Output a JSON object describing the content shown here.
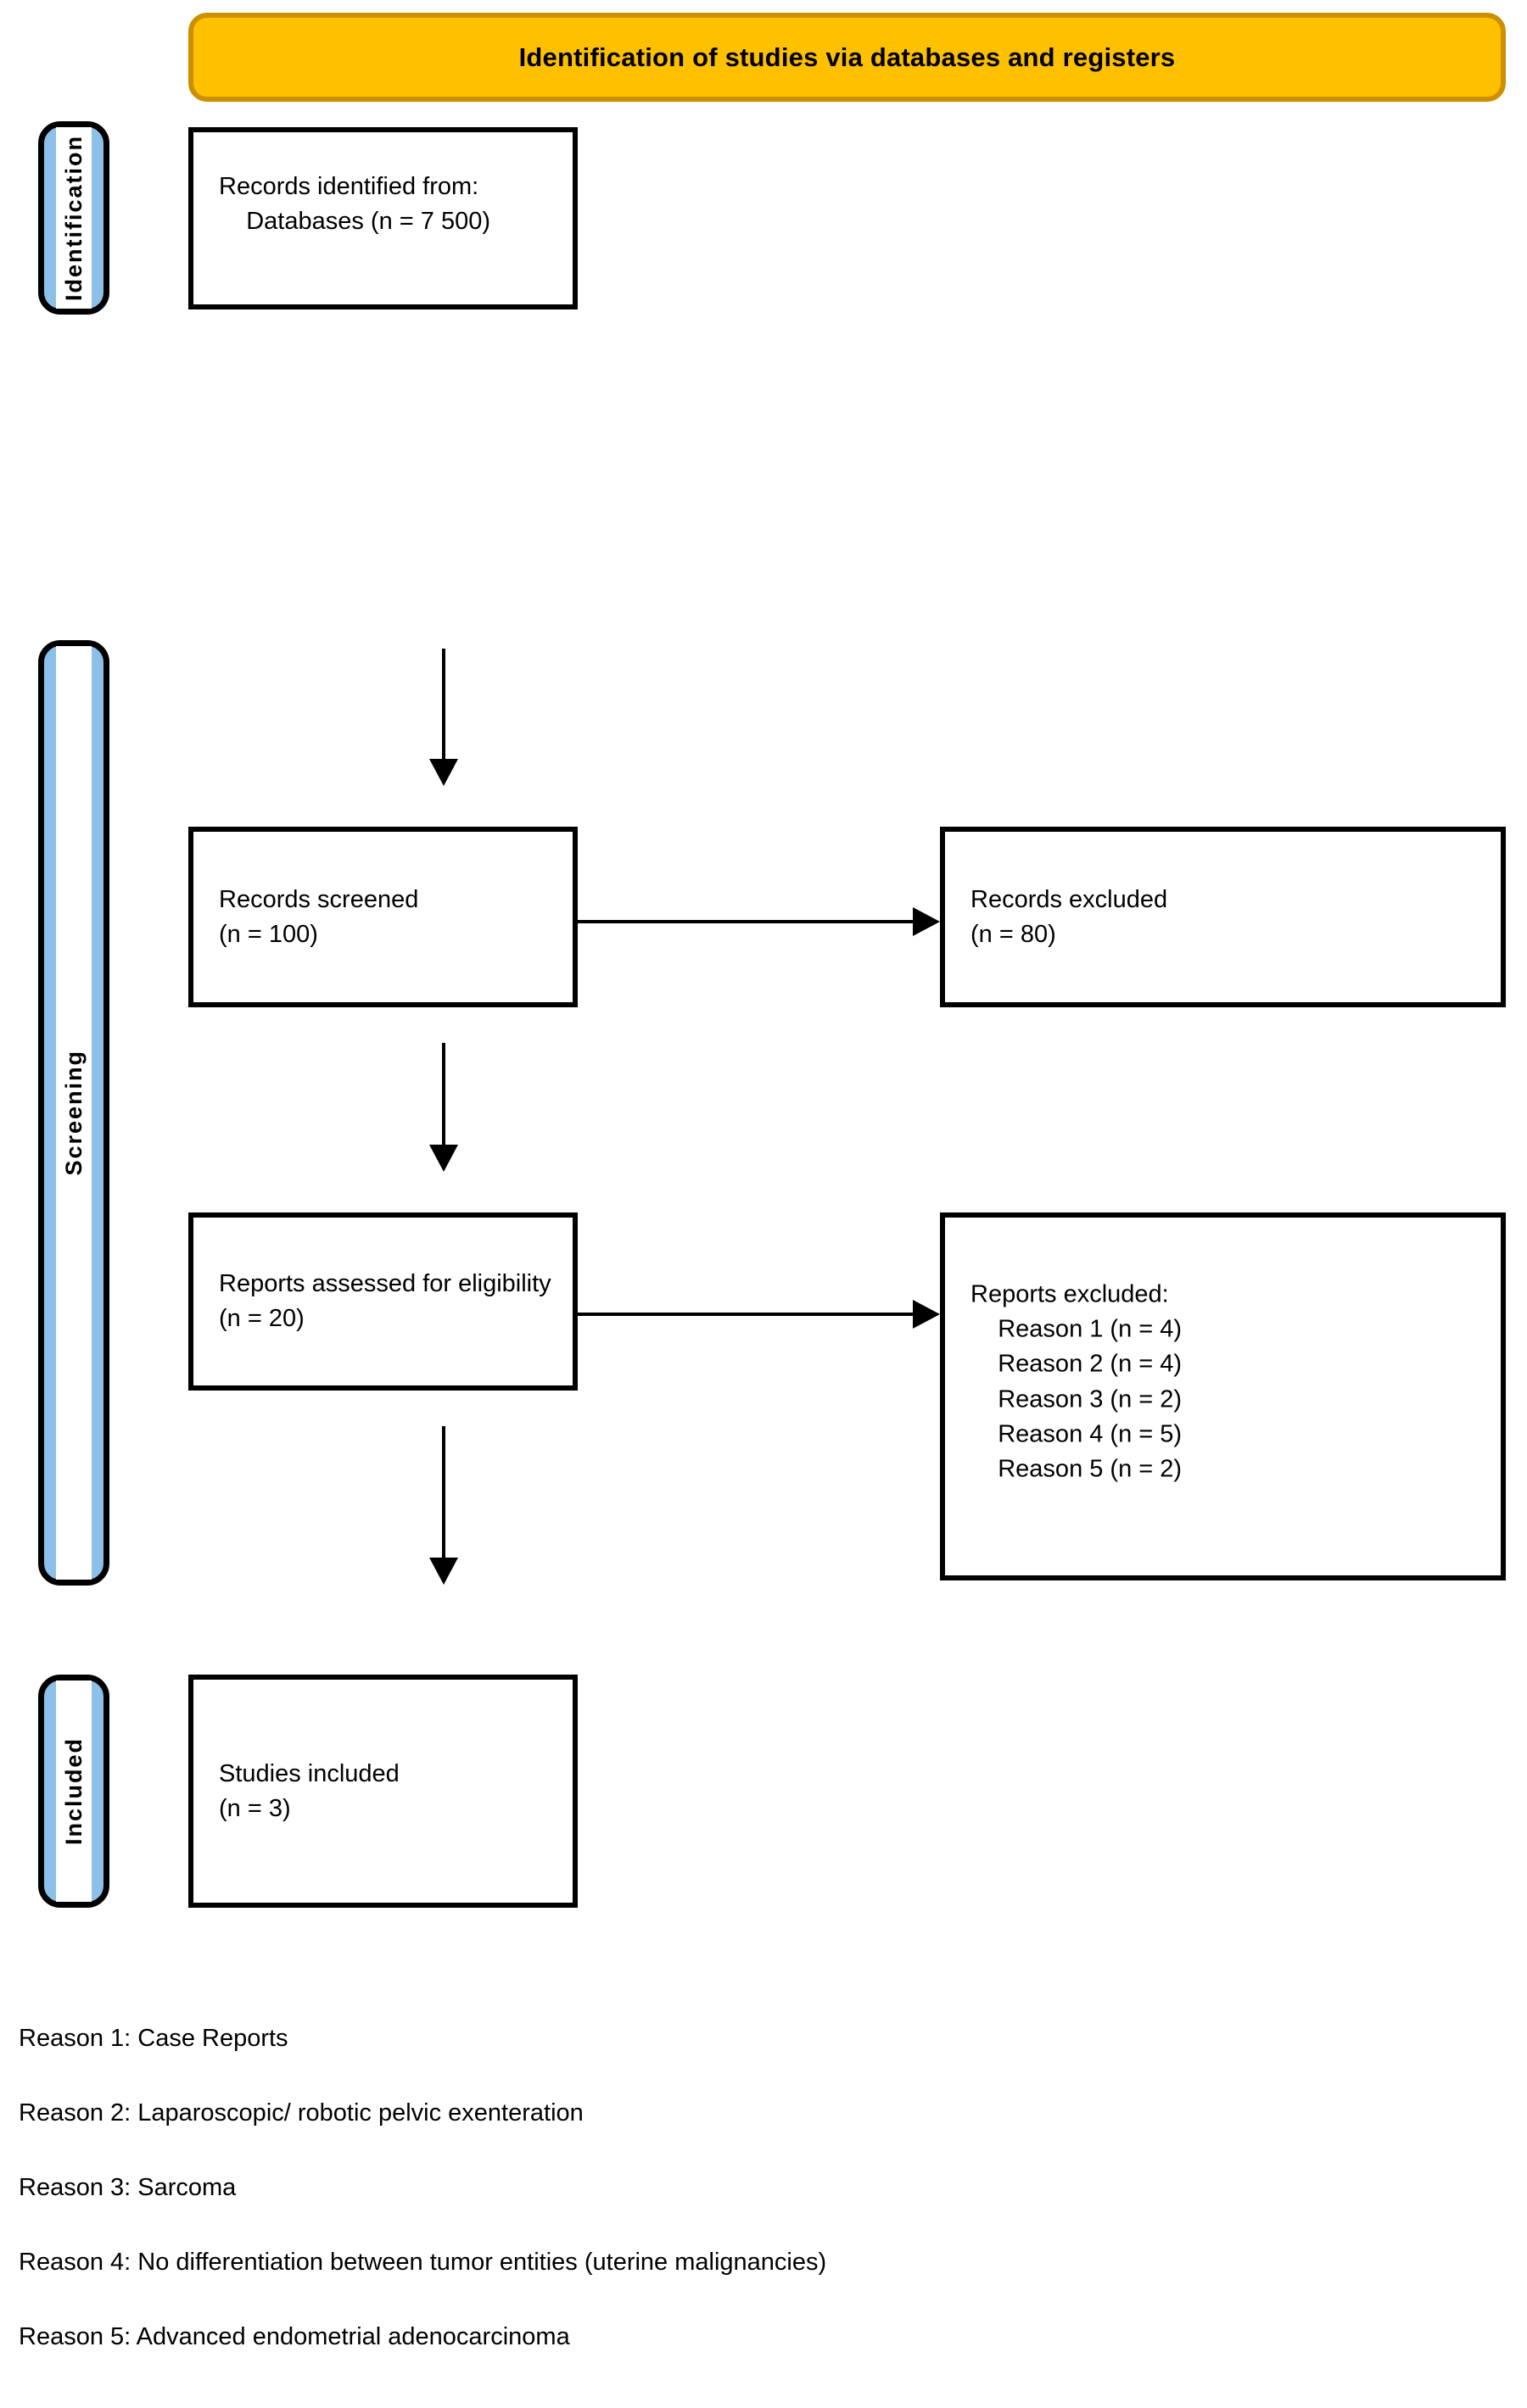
{
  "header": {
    "title": "Identification of studies via databases and registers",
    "fill_color": "#FFC000",
    "border_color": "#CC8F00"
  },
  "stages": [
    {
      "id": "identification",
      "label": "Identification"
    },
    {
      "id": "screening",
      "label": "Screening"
    },
    {
      "id": "included",
      "label": "Included"
    }
  ],
  "stage_pill_color": "#8DC0E8",
  "boxes": {
    "identified": {
      "text": "Records identified from:\n    Databases (n = 7 500)"
    },
    "screened": {
      "text": "Records screened\n(n = 100)"
    },
    "records_excluded": {
      "text": "Records excluded\n(n = 80)"
    },
    "eligibility": {
      "text": "Reports assessed for eligibility\n(n = 20)"
    },
    "reports_excluded": {
      "text": "Reports excluded:\n    Reason 1 (n = 4)\n    Reason 2 (n = 4)\n    Reason 3 (n = 2)\n    Reason 4 (n = 5)\n    Reason 5 (n = 2)"
    },
    "studies_included": {
      "text": "Studies included\n(n = 3)"
    }
  },
  "counts": {
    "databases": "7 500",
    "records_screened": "100",
    "records_excluded": "80",
    "reports_assessed": "20",
    "studies_included": "3",
    "reason_1": "4",
    "reason_2": "4",
    "reason_3": "2",
    "reason_4": "5",
    "reason_5": "2"
  },
  "legend": [
    "Reason 1: Case Reports",
    "Reason 2: Laparoscopic/ robotic pelvic exenteration",
    "Reason 3: Sarcoma",
    "Reason 4: No differentiation between tumor entities (uterine malignancies)",
    "Reason 5: Advanced endometrial adenocarcinoma"
  ]
}
